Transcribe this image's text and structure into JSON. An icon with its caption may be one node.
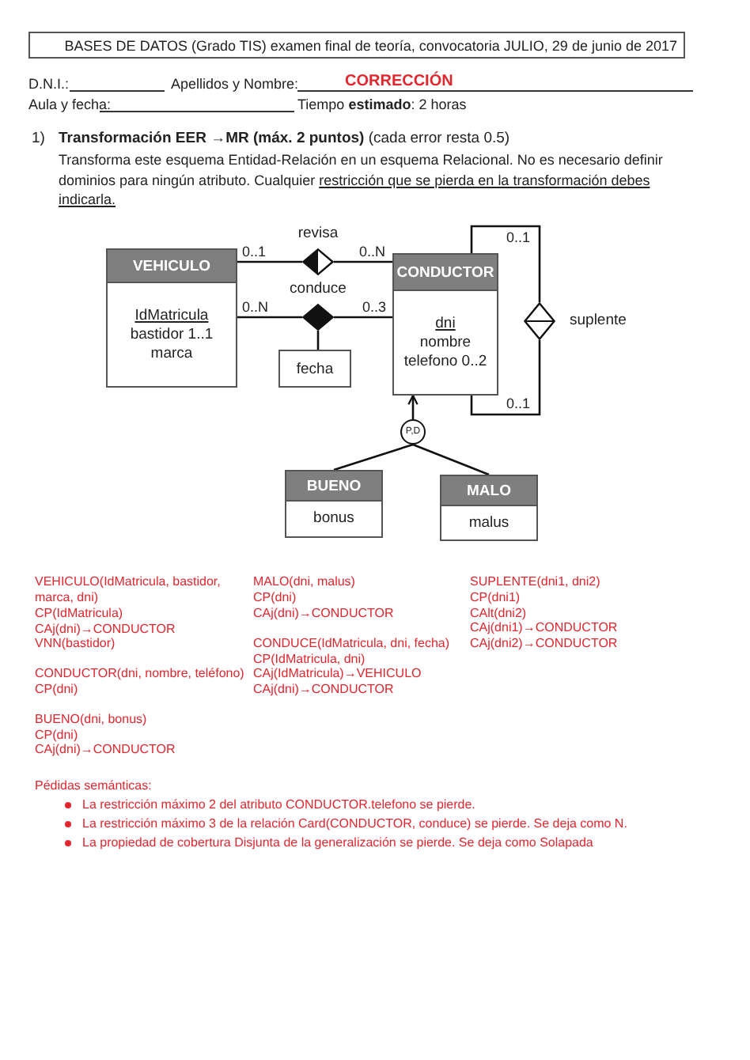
{
  "diagram": {
    "title": "BASES DE DATOS (Grado TIS) examen final de teoría, convocatoria JULIO, 29 de junio de 2017",
    "nodes": [
      {
        "text": [
          "VEHICULO",
          "IdMatricula",
          "bastidor 1..1",
          "marca"
        ]
      },
      {
        "text": [
          "revisa"
        ]
      },
      {
        "text": [
          "conduce"
        ]
      },
      {
        "text": [
          "CONDUCTOR",
          "dni",
          "nombre",
          "telefono 0..2"
        ]
      },
      {
        "text": [
          "fecha"
        ]
      },
      {
        "text": [
          "suplente"
        ]
      },
      {
        "text": [
          "P,D"
        ]
      },
      {
        "text": [
          "BUENO",
          "bonus"
        ]
      },
      {
        "text": [
          "MALO",
          "malus"
        ]
      }
    ],
    "edges": [
      {
        "from": 0,
        "to": 1,
        "arrow": "none",
        "label": "0..1"
      },
      {
        "from": 1,
        "to": 3,
        "arrow": "none",
        "label": "0..N"
      },
      {
        "from": 0,
        "to": 2,
        "arrow": "none",
        "label": "0..N"
      },
      {
        "from": 2,
        "to": 3,
        "arrow": "none",
        "label": "0..3"
      },
      {
        "from": 2,
        "to": 4,
        "arrow": "none"
      },
      {
        "from": 3,
        "to": 5,
        "arrow": "none",
        "label": "0..1"
      },
      {
        "from": 3,
        "to": 5,
        "arrow": "none",
        "label": "0..1"
      },
      {
        "from": 6,
        "to": 3,
        "arrow": "to"
      },
      {
        "from": 6,
        "to": 7,
        "arrow": "none"
      },
      {
        "from": 6,
        "to": 8,
        "arrow": "none"
      }
    ],
    "labels": [
      "D.N.I.:",
      "Apellidos y Nombre:",
      "CORRECCIÓN",
      "Aula y fecha:",
      "Tiempo **estimado**: 2 horas",
      "1)",
      "**Transformación EER →MR (máx. 2 puntos)** (cada error resta 0.5)",
      "Transforma este esquema Entidad-Relación en un esquema Relacional. No es necesario definir dominios para ningún atributo. Cualquier",
      "restricción que se pierda en la transformación debes indicarla.",
      "VEHICULO(IdMatricula, bastidor, marca, dni)",
      "CP(IdMatricula)",
      "CAj(dni)→CONDUCTOR",
      "VNN(bastidor)",
      "CONDUCTOR(dni, nombre, teléfono)",
      "CP(dni)",
      "BUENO(dni, bonus)",
      "CP(dni)",
      "CAj(dni)→CONDUCTOR",
      "MALO(dni, malus)",
      "CP(dni)",
      "CAj(dni)→CONDUCTOR",
      "CONDUCE(IdMatricula, dni, fecha)",
      "CP(IdMatricula, dni)",
      "CAj(IdMatricula)→VEHICULO",
      "CAj(dni)→CONDUCTOR",
      "SUPLENTE(dni1, dni2)",
      "CP(dni1)",
      "CAlt(dni2)",
      "CAj(dni1)→CONDUCTOR",
      "CAj(dni2)→CONDUCTOR",
      "Pédidas semánticas:",
      "La restricción máximo 2 del atributo CONDUCTOR.telefono se pierde.",
      "La restricción máximo 3 de la relación Card(CONDUCTOR, conduce) se pierde. Se deja como N.",
      "La propiedad de cobertura Disjunta de la generalización se pierde. Se deja como Solapada"
    ]
  }
}
